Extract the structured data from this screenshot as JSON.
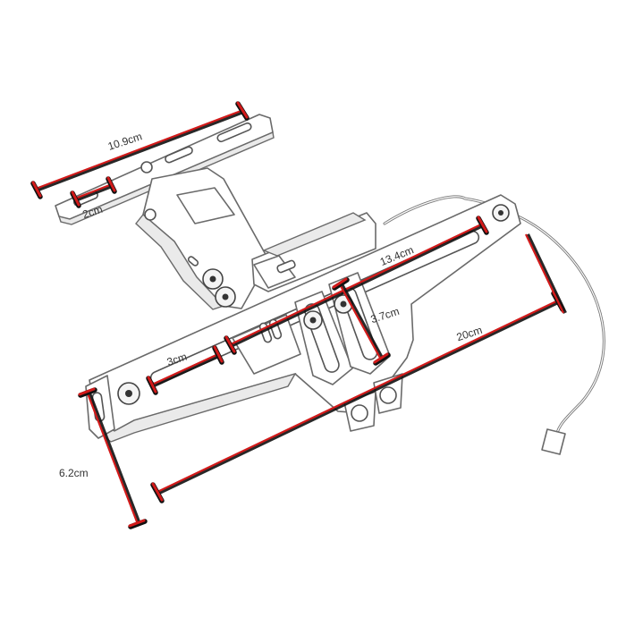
{
  "dimensions": {
    "top_width": "10.9cm",
    "top_slot": "2cm",
    "upper_right_length": "13.4cm",
    "slot_height": "3.7cm",
    "total_length": "20cm",
    "left_slot": "3cm",
    "left_height": "6.2cm"
  }
}
